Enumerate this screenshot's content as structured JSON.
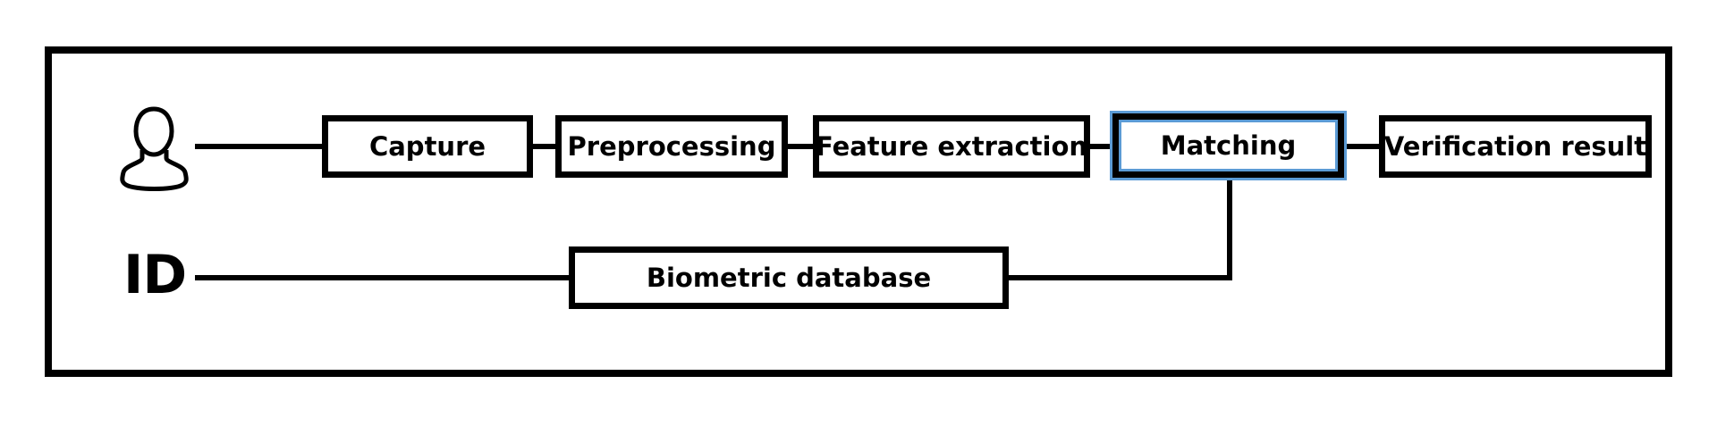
{
  "diagram": {
    "title": "",
    "inputs": {
      "user_icon": "user-icon",
      "id_label": "ID"
    },
    "pipeline": [
      {
        "key": "capture",
        "label": "Capture"
      },
      {
        "key": "preprocessing",
        "label": "Preprocessing"
      },
      {
        "key": "feature_extraction",
        "label": "Feature extraction"
      },
      {
        "key": "matching",
        "label": "Matching",
        "highlighted": true
      },
      {
        "key": "verification_result",
        "label": "Verification result"
      }
    ],
    "database": {
      "label": "Biometric database"
    },
    "colors": {
      "stroke": "#000000",
      "highlight": "#5b9bd5",
      "background": "#ffffff"
    }
  }
}
